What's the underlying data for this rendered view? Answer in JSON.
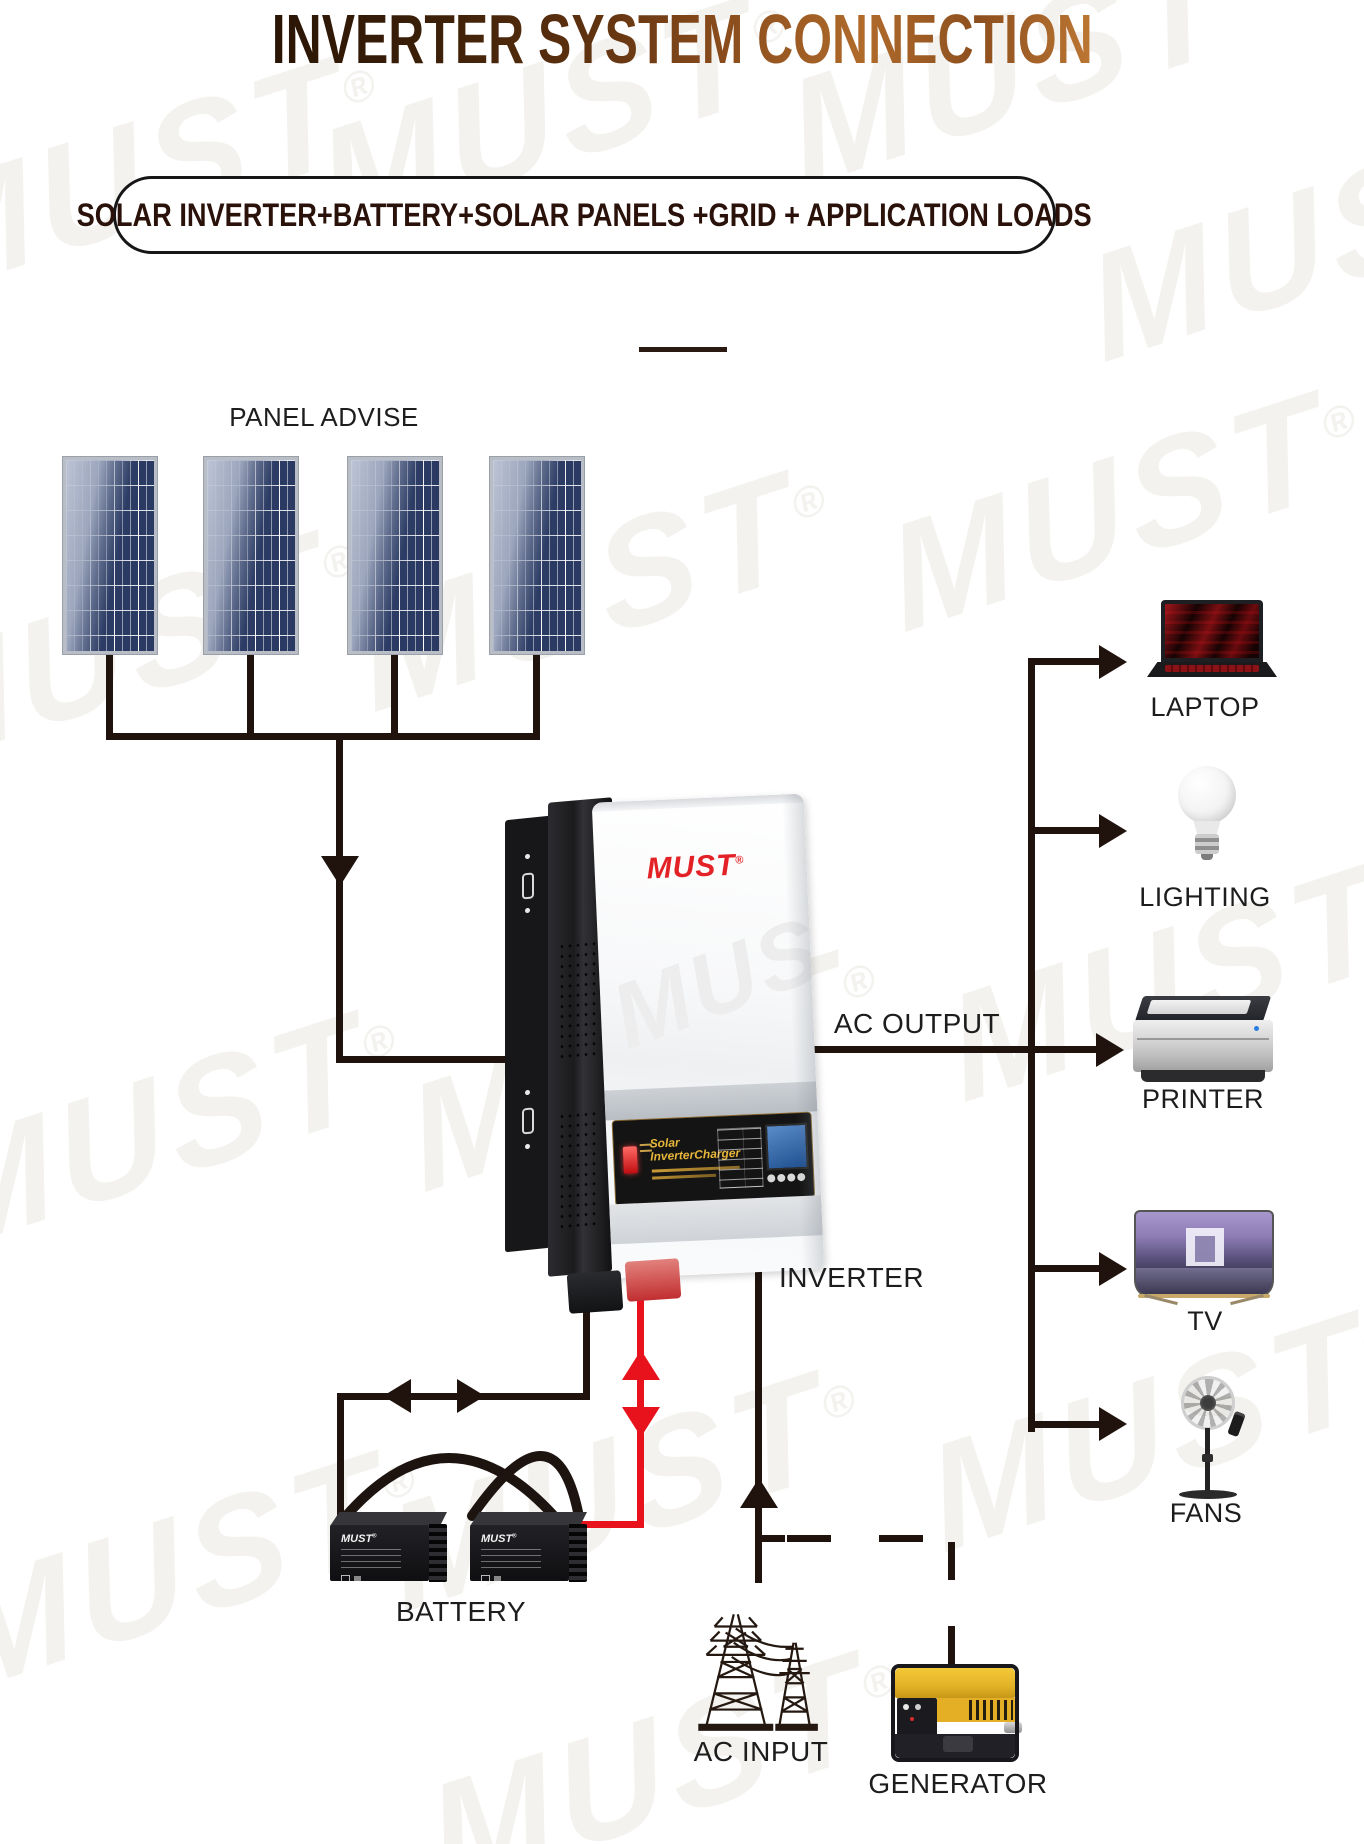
{
  "page": {
    "title": "INVERTER SYSTEM CONNECTION",
    "subtitle": "SOLAR INVERTER+BATTERY+SOLAR PANELS +GRID + APPLICATION LOADS"
  },
  "diagram": {
    "pv_label": "PANEL ADVISE",
    "ac_output_label": "AC OUTPUT",
    "inverter_label": "INVERTER",
    "battery_label": "BATTERY",
    "ac_input_label": "AC INPUT",
    "generator_label": "GENERATOR"
  },
  "loads": [
    {
      "label": "LAPTOP",
      "icon": "laptop-icon"
    },
    {
      "label": "LIGHTING",
      "icon": "bulb-icon"
    },
    {
      "label": "PRINTER",
      "icon": "printer-icon"
    },
    {
      "label": "TV",
      "icon": "tv-icon"
    },
    {
      "label": "FANS",
      "icon": "fan-icon"
    }
  ],
  "inverter": {
    "brand": "MUST",
    "reg": "®",
    "panel_title": "Solar InverterCharger"
  },
  "battery": {
    "brand": "MUST",
    "reg": "®"
  },
  "watermark": {
    "text": "MUST",
    "reg": "®"
  },
  "colors": {
    "wire": "#20130d",
    "positive_wire": "#e8121c",
    "brand_red": "#e32227",
    "panel_gold": "#e8b63a",
    "title_gradient_start": "#2a1505",
    "title_gradient_end": "#bd7733",
    "solar_cell_blue": "#2a3a63",
    "generator_yellow": "#e8b520"
  }
}
